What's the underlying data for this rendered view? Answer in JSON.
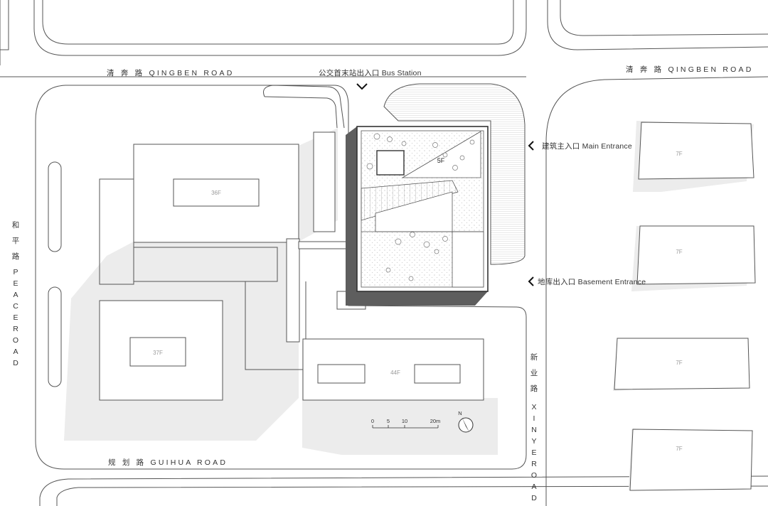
{
  "roads": {
    "north_left": "清 奔 路  QINGBEN ROAD",
    "north_right": "清 奔 路  QINGBEN ROAD",
    "south": "规 划 路  GUIHUA ROAD",
    "west_chars": [
      "和",
      "平",
      "路",
      "P",
      "E",
      "A",
      "C",
      "E",
      "R",
      "O",
      "A",
      "D"
    ],
    "east_chars": [
      "新",
      "业",
      "路",
      "X",
      "I",
      "N",
      "Y",
      "E",
      "R",
      "O",
      "A",
      "D"
    ]
  },
  "entrances": {
    "bus_station": "公交首末站出入口  Bus Station",
    "main_entrance": "建筑主入口 Main Entrance",
    "basement_entrance": "地库出入口 Basement Entrance"
  },
  "buildings": {
    "tower_36": "36F",
    "tower_37": "37F",
    "tower_44": "44F",
    "project_5": "5F",
    "residential": [
      "7F",
      "7F",
      "7F",
      "7F"
    ]
  },
  "scale": {
    "ticks": [
      "0",
      "5",
      "10",
      "20m"
    ],
    "north_label": "N"
  },
  "colors": {
    "line": "#555555",
    "shadow": "#ececec",
    "dark_shadow": "#5e5e5e"
  }
}
